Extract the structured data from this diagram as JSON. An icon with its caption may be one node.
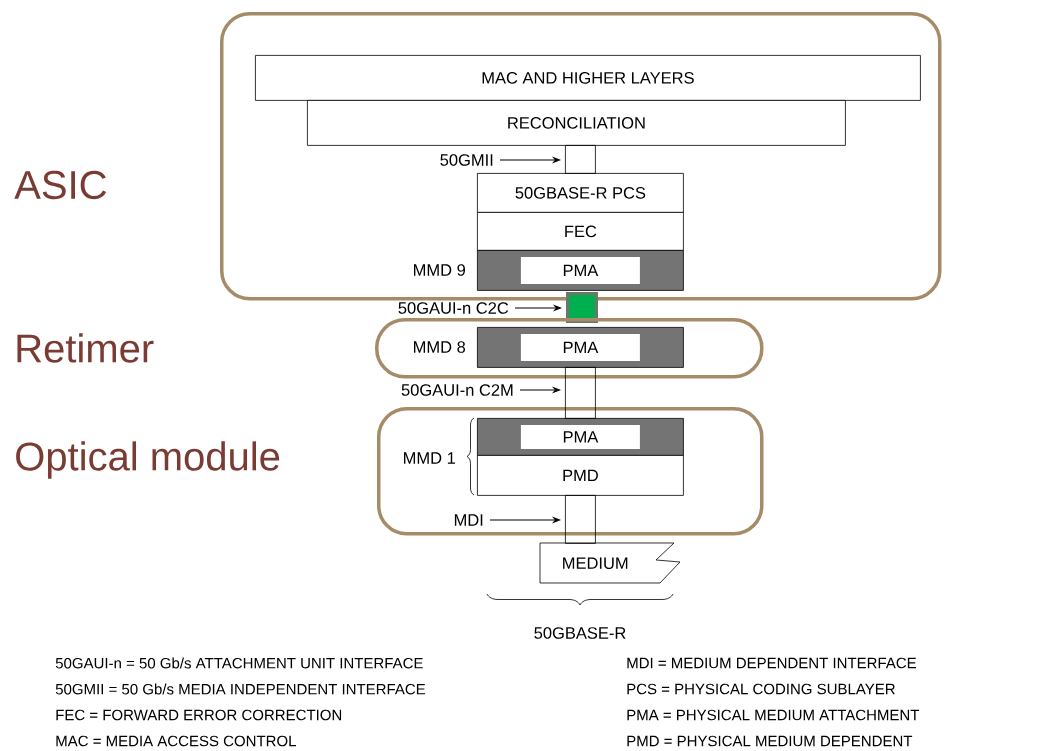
{
  "diagram": {
    "nodes": [
      {
        "text": [
          "ASIC"
        ]
      },
      {
        "text": [
          "MAC AND HIGHER LAYERS"
        ],
        "in": 0
      },
      {
        "text": [
          "RECONCILIATION"
        ],
        "in": 0
      },
      {
        "text": [
          "50GMII"
        ],
        "in": 0
      },
      {
        "text": [
          "50GBASE-R PCS"
        ],
        "in": 0
      },
      {
        "text": [
          "FEC"
        ],
        "in": 0
      },
      {
        "text": [
          "PMA"
        ],
        "in": 0,
        "beside": [
          "MMD 9"
        ]
      },
      {
        "text": [],
        "shape": "box"
      },
      {
        "text": [
          "50GAUI-n C2C"
        ]
      },
      {
        "text": [],
        "shape": "box"
      },
      {
        "text": [
          "PMA"
        ],
        "in": 9,
        "beside": [
          "MMD 8"
        ]
      },
      {
        "text": [
          "50GAUI-n C2M"
        ]
      },
      {
        "text": [
          "Optical module"
        ]
      },
      {
        "text": [
          "PMA"
        ],
        "in": 12
      },
      {
        "text": [
          "PMD"
        ],
        "in": 12
      },
      {
        "text": [
          "MDI"
        ],
        "in": 12
      },
      {
        "text": [
          "MEDIUM"
        ]
      },
      {
        "text": [],
        "shape": "box",
        "in": 0
      },
      {
        "text": [],
        "shape": "box"
      },
      {
        "text": [],
        "shape": "box"
      }
    ],
    "edges": [
      {
        "from": 3,
        "to": 17,
        "arrow": "to"
      },
      {
        "from": 8,
        "to": 7,
        "arrow": "to"
      },
      {
        "from": 11,
        "to": 18,
        "arrow": "to"
      },
      {
        "from": 15,
        "to": 19,
        "arrow": "to"
      }
    ],
    "labels": [
      "Retimer",
      "MMD 1",
      "50GBASE-R",
      "50GAUI-n = 50 Gb/s ATTACHMENT UNIT INTERFACE",
      "MDI = MEDIUM DEPENDENT INTERFACE",
      "50GMII = 50 Gb/s MEDIA INDEPENDENT INTERFACE",
      "PCS = PHYSICAL CODING SUBLAYER",
      "FEC = FORWARD ERROR CORRECTION",
      "PMA = PHYSICAL MEDIUM ATTACHMENT",
      "MAC = MEDIA ACCESS CONTROL",
      "PMD = PHYSICAL MEDIUM DEPENDENT"
    ]
  }
}
